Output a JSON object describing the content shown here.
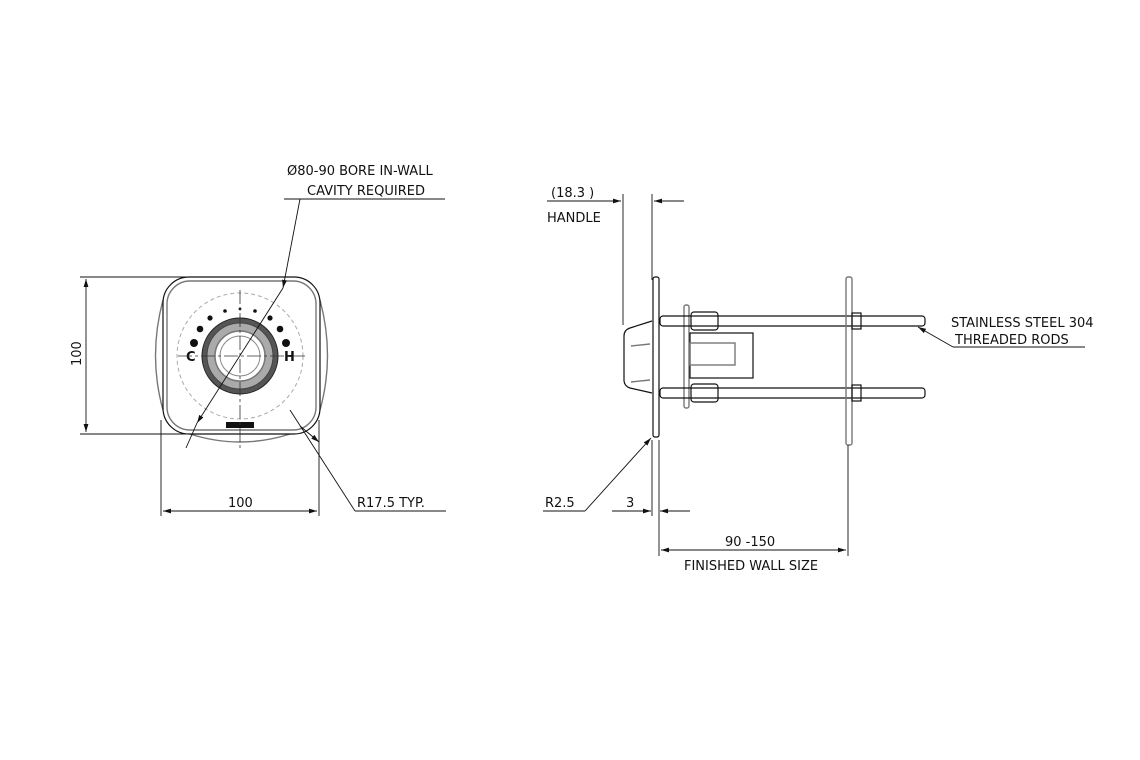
{
  "front_view": {
    "bore_note_line1": "Ø80-90 BORE IN-WALL",
    "bore_note_line2": "CAVITY REQUIRED",
    "height_dim": "100",
    "width_dim": "100",
    "radius_note": "R17.5 TYP.",
    "dial_cold": "C",
    "dial_hot": "H"
  },
  "side_view": {
    "handle_dim": "(18.3 )",
    "handle_label": "HANDLE",
    "edge_radius": "R2.5",
    "plate_thickness": "3",
    "wall_range": "90 -150",
    "wall_label": "FINISHED WALL SIZE",
    "rods_note_line1": "STAINLESS STEEL 304",
    "rods_note_line2": "THREADED RODS"
  }
}
